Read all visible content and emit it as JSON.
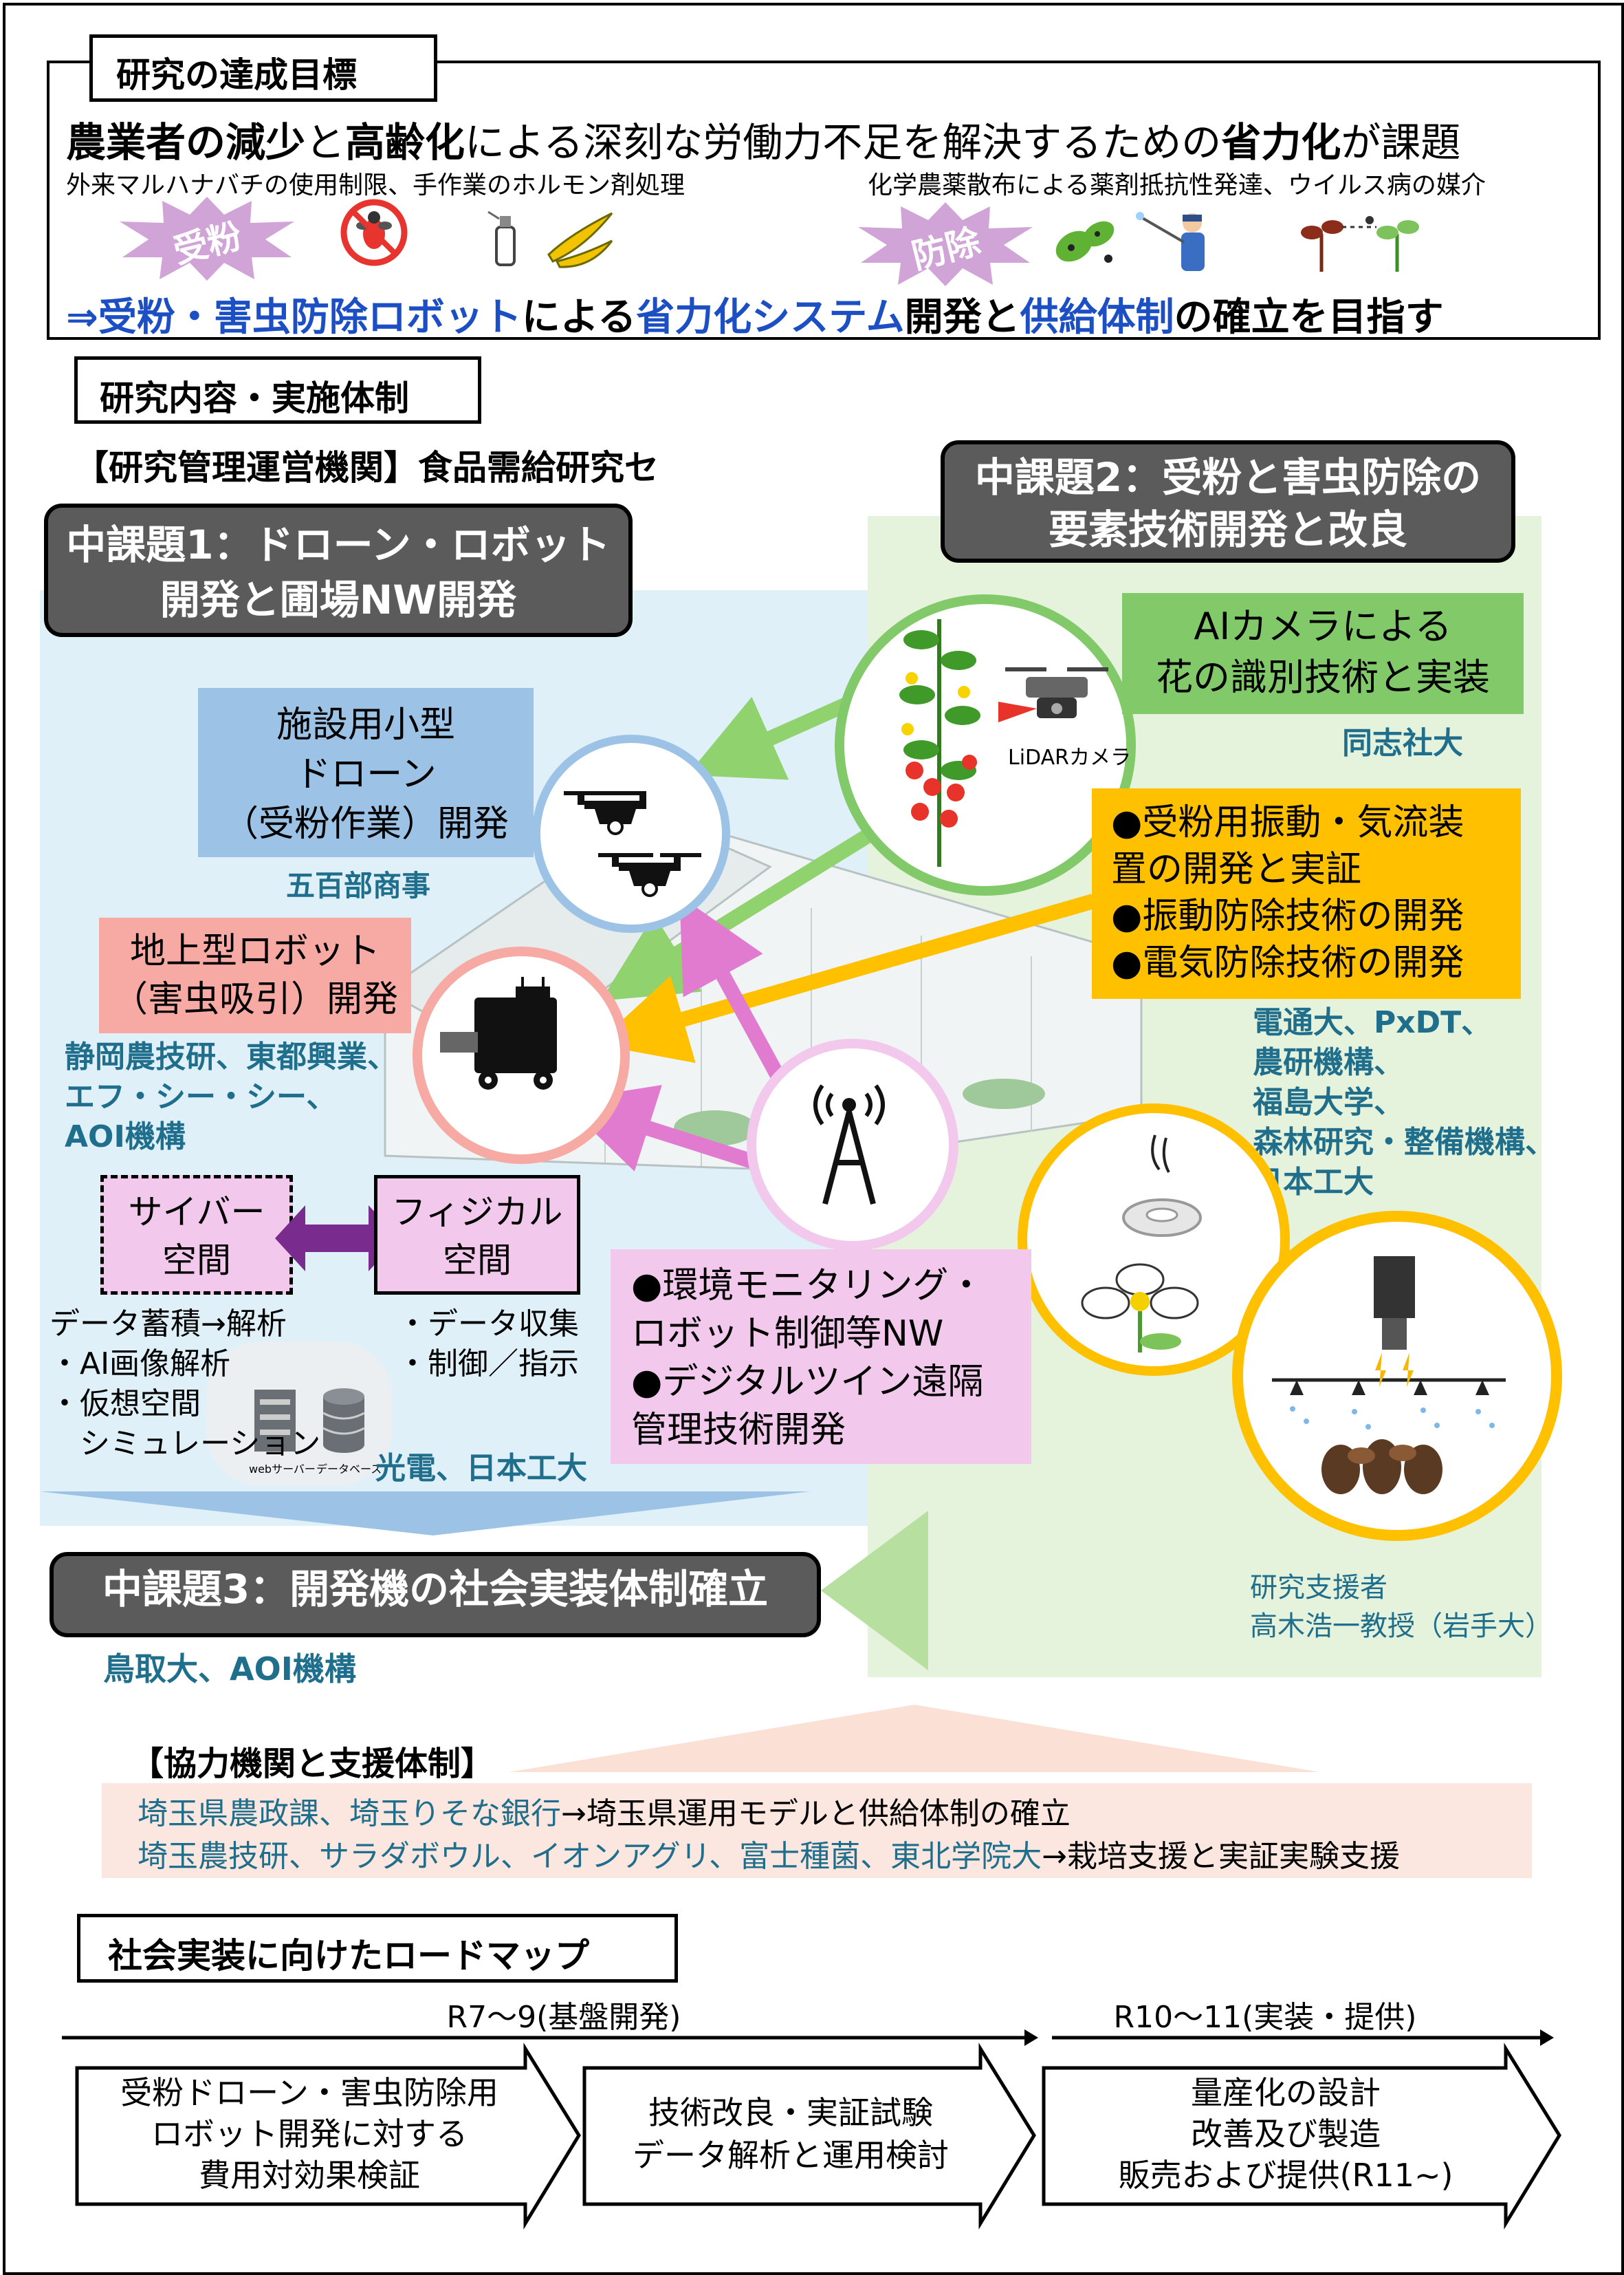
{
  "goal": {
    "header": "研究の達成目標",
    "headline_parts": [
      "農業者の減少",
      "と",
      "高齢化",
      "による深刻な労働力不足を解決するための",
      "省力化",
      "が課題"
    ],
    "note_left": "外来マルハナバチの使用制限、手作業のホルモン剤処理",
    "note_right": "化学農薬散布による薬剤抵抗性発達、ウイルス病の媒介",
    "burst_left": "受粉",
    "burst_right": "防除",
    "conclusion_parts": [
      "⇒受粉・害虫防除ロボット",
      "による",
      "省力化システム",
      "開発と",
      "供給体制",
      "の確立を目指す"
    ]
  },
  "research": {
    "header": "研究内容・実施体制",
    "management": "【研究管理運営機関】食品需給研究セ"
  },
  "topic1": {
    "line1": "中課題1：ドローン・ロボット",
    "line2": "開発と圃場NW開発"
  },
  "topic2": {
    "line1": "中課題2：受粉と害虫防除の",
    "line2": "要素技術開発と改良"
  },
  "topic3": {
    "label": "中課題3：開発機の社会実装体制確立",
    "org": "鳥取大、AOI機構"
  },
  "drone_box": {
    "lines": [
      "施設用小型",
      "ドローン",
      "（受粉作業）開発"
    ],
    "org": "五百部商事"
  },
  "ground_robot_box": {
    "lines": [
      "地上型ロボット",
      "（害虫吸引）開発"
    ],
    "orgs": [
      "静岡農技研、東都興業、",
      "エフ・シー・シー、",
      "AOI機構"
    ]
  },
  "ai_camera_box": {
    "lines": [
      "AIカメラによる",
      "花の識別技術と実装"
    ],
    "org": "同志社大",
    "lidar_label": "LiDARカメラ"
  },
  "pollination_box": {
    "lines": [
      "●受粉用振動・気流装",
      "置の開発と実証",
      "●振動防除技術の開発",
      "●電気防除技術の開発"
    ],
    "orgs": [
      "電通大、PxDT、",
      "農研機構、",
      "福島大学、",
      "森林研究・整備機構、",
      "日本工大"
    ]
  },
  "cyber": {
    "lines": [
      "サイバー",
      "空間"
    ],
    "items": [
      "データ蓄積→解析",
      "・AI画像解析",
      "・仮想空間",
      "　シミュレーション"
    ],
    "server_label": "webサーバー",
    "db_label": "データベース"
  },
  "physical": {
    "lines": [
      "フィジカル",
      "空間"
    ],
    "items": [
      "・データ収集",
      "・制御／指示"
    ]
  },
  "cyber_org": "光電、日本工大",
  "network_box": {
    "lines": [
      "●環境モニタリング・",
      "ロボット制御等NW",
      "●デジタルツイン遠隔",
      "管理技術開発"
    ]
  },
  "support_researcher": [
    "研究支援者",
    "高木浩一教授（岩手大）"
  ],
  "cooperation": {
    "header": "【協力機関と支援体制】",
    "line1_orgs": "埼玉県農政課、埼玉りそな銀行",
    "line1_rest": "→埼玉県運用モデルと供給体制の確立",
    "line2_orgs": "埼玉農技研、サラダボウル、イオンアグリ、富士種菌、東北学院大",
    "line2_rest": "→栽培支援と実証実験支援"
  },
  "roadmap": {
    "header": "社会実装に向けたロードマップ",
    "phase1": "R7～9(基盤開発)",
    "phase2": "R10～11(実装・提供)",
    "steps": [
      [
        "受粉ドローン・害虫防除用",
        "ロボット開発に対する",
        "費用対効果検証"
      ],
      [
        "技術改良・実証試験",
        "データ解析と運用検討"
      ],
      [
        "量産化の設計",
        "改善及び製造",
        "販売および提供(R11~)"
      ]
    ]
  },
  "colors": {
    "teal": "#1f6e8c",
    "blue": "#1d4fc4",
    "orange": "#ffc000",
    "green": "#82c96a",
    "pink": "#e07bd0",
    "salmon": "#f6aaa3",
    "lightblue": "#9cc3e6",
    "gray": "#5b5b5b"
  },
  "icons": [
    "bee-prohibited-icon",
    "spray-icon",
    "banana-hormone-icon",
    "leaf-pest-icon",
    "spraying-farmer-icon",
    "virus-plant-icon",
    "drone-icon",
    "robot-icon",
    "antenna-icon",
    "tomato-plant-icon",
    "lidar-drone-icon",
    "ion-generator-icon",
    "flower-icon",
    "electric-trap-icon",
    "server-icon",
    "database-icon"
  ]
}
